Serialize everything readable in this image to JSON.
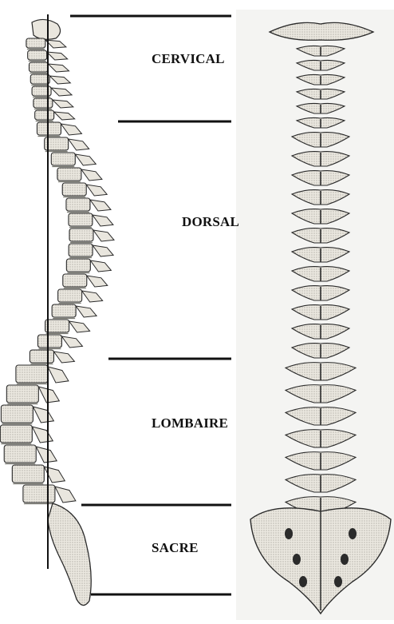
{
  "labels": {
    "cervical": "CERVICAL",
    "dorsal": "DORSAL",
    "lombaire": "LOMBAIRE",
    "sacre": "SACRE"
  },
  "colors": {
    "bone_fill": "#e9e6de",
    "bone_stroke": "#2a2a2a",
    "bone_shadow": "#7a7a72",
    "line": "#111111",
    "background": "#ffffff"
  }
}
